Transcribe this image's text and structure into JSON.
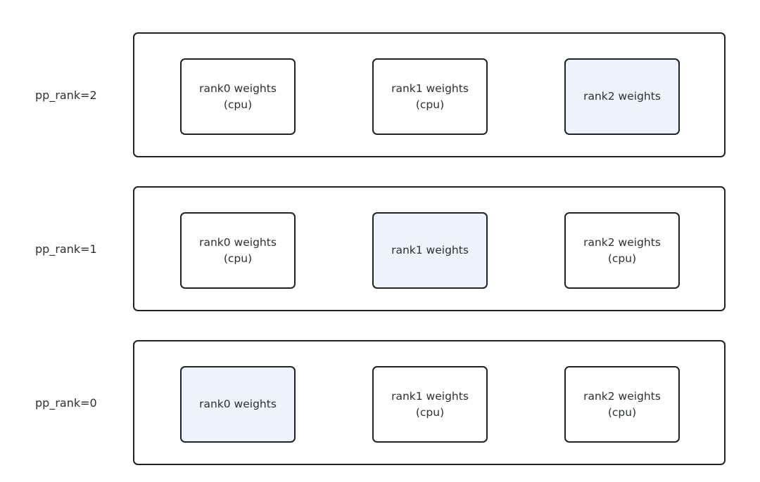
{
  "colors": {
    "border": "#1f2326",
    "active_fill": "#eef2fb",
    "inactive_fill": "#ffffff",
    "text": "#2b3033"
  },
  "rows": [
    {
      "label": "pp_rank=2",
      "cells": [
        {
          "title": "rank0 weights",
          "sub": "(cpu)",
          "active": false
        },
        {
          "title": "rank1 weights",
          "sub": "(cpu)",
          "active": false
        },
        {
          "title": "rank2 weights",
          "sub": "",
          "active": true
        }
      ]
    },
    {
      "label": "pp_rank=1",
      "cells": [
        {
          "title": "rank0 weights",
          "sub": "(cpu)",
          "active": false
        },
        {
          "title": "rank1 weights",
          "sub": "",
          "active": true
        },
        {
          "title": "rank2 weights",
          "sub": "(cpu)",
          "active": false
        }
      ]
    },
    {
      "label": "pp_rank=0",
      "cells": [
        {
          "title": "rank0 weights",
          "sub": "",
          "active": true
        },
        {
          "title": "rank1 weights",
          "sub": "(cpu)",
          "active": false
        },
        {
          "title": "rank2 weights",
          "sub": "(cpu)",
          "active": false
        }
      ]
    }
  ]
}
